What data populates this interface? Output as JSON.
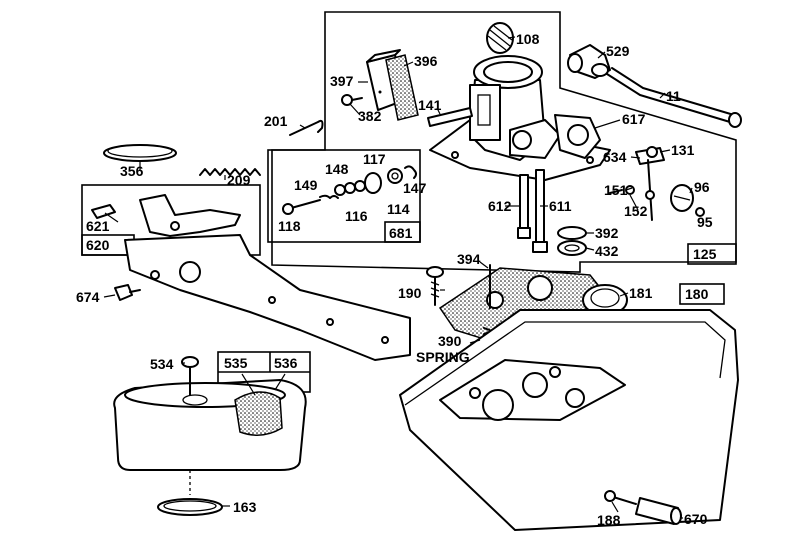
{
  "diagram": {
    "labels": [
      {
        "id": "108",
        "text": "108"
      },
      {
        "id": "529",
        "text": "529"
      },
      {
        "id": "396",
        "text": "396"
      },
      {
        "id": "397",
        "text": "397"
      },
      {
        "id": "141",
        "text": "141"
      },
      {
        "id": "382",
        "text": "382"
      },
      {
        "id": "201",
        "text": "201"
      },
      {
        "id": "11",
        "text": "11"
      },
      {
        "id": "617",
        "text": "617"
      },
      {
        "id": "634",
        "text": "634"
      },
      {
        "id": "131",
        "text": "131"
      },
      {
        "id": "356",
        "text": "356"
      },
      {
        "id": "209",
        "text": "209"
      },
      {
        "id": "148",
        "text": "148"
      },
      {
        "id": "117",
        "text": "117"
      },
      {
        "id": "149",
        "text": "149"
      },
      {
        "id": "147",
        "text": "147"
      },
      {
        "id": "118",
        "text": "118"
      },
      {
        "id": "116",
        "text": "116"
      },
      {
        "id": "114",
        "text": "114"
      },
      {
        "id": "681",
        "text": "681"
      },
      {
        "id": "612",
        "text": "612"
      },
      {
        "id": "611",
        "text": "611"
      },
      {
        "id": "151",
        "text": "151"
      },
      {
        "id": "152",
        "text": "152"
      },
      {
        "id": "96",
        "text": "96"
      },
      {
        "id": "95",
        "text": "95"
      },
      {
        "id": "392",
        "text": "392"
      },
      {
        "id": "432",
        "text": "432"
      },
      {
        "id": "125",
        "text": "125"
      },
      {
        "id": "621",
        "text": "621"
      },
      {
        "id": "620",
        "text": "620"
      },
      {
        "id": "394",
        "text": "394"
      },
      {
        "id": "190",
        "text": "190"
      },
      {
        "id": "181",
        "text": "181"
      },
      {
        "id": "180",
        "text": "180"
      },
      {
        "id": "674",
        "text": "674"
      },
      {
        "id": "390",
        "text": "390"
      },
      {
        "id": "spring",
        "text": "SPRING"
      },
      {
        "id": "534",
        "text": "534"
      },
      {
        "id": "535",
        "text": "535"
      },
      {
        "id": "536",
        "text": "536"
      },
      {
        "id": "163",
        "text": "163"
      },
      {
        "id": "188",
        "text": "188"
      },
      {
        "id": "670",
        "text": "670"
      }
    ]
  }
}
